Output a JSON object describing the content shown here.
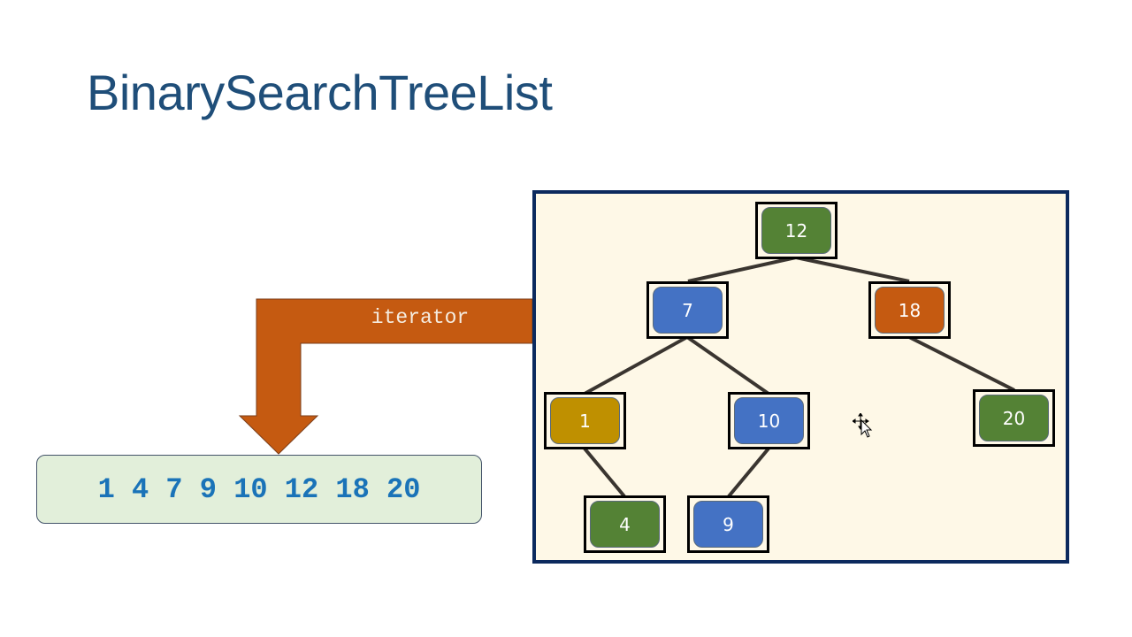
{
  "slide": {
    "title": "BinarySearchTreeList",
    "arrow_label": "iterator",
    "arrow_color": "#c55a11",
    "output_sequence": "1 4 7 9 10 12 18 20",
    "output_values": [
      1,
      4,
      7,
      9,
      10,
      12,
      18,
      20
    ]
  },
  "tree": {
    "panel_background": "#fef8e7",
    "panel_border": "#0c2a5e",
    "nodes": [
      {
        "id": "n12",
        "label": "12",
        "color": "#548235",
        "parent": null
      },
      {
        "id": "n7",
        "label": "7",
        "color": "#4472c4",
        "parent": "n12"
      },
      {
        "id": "n18",
        "label": "18",
        "color": "#c55a11",
        "parent": "n12"
      },
      {
        "id": "n1",
        "label": "1",
        "color": "#bf9000",
        "parent": "n7"
      },
      {
        "id": "n10",
        "label": "10",
        "color": "#4472c4",
        "parent": "n7"
      },
      {
        "id": "n20",
        "label": "20",
        "color": "#548235",
        "parent": "n18"
      },
      {
        "id": "n4",
        "label": "4",
        "color": "#548235",
        "parent": "n1"
      },
      {
        "id": "n9",
        "label": "9",
        "color": "#4472c4",
        "parent": "n10"
      }
    ]
  },
  "cursor": {
    "type": "move-cursor"
  }
}
